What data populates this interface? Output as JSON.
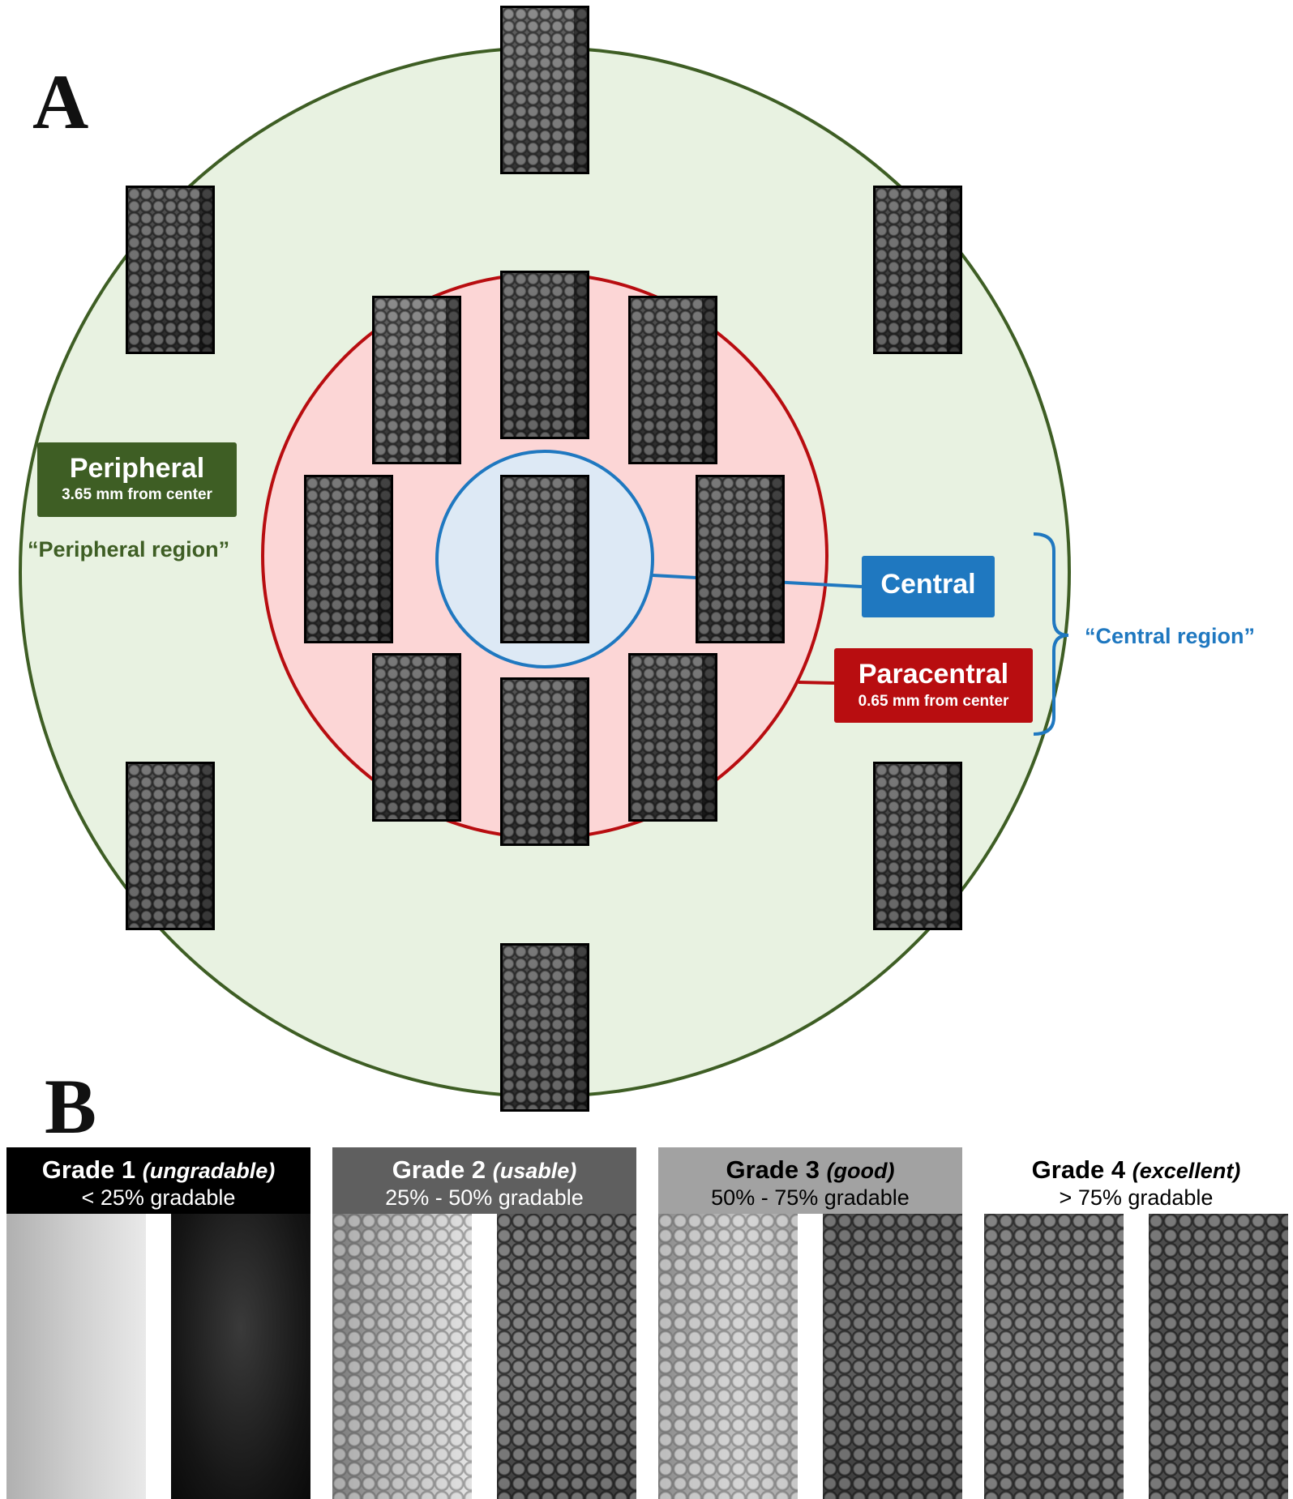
{
  "panel_a": {
    "letter": "A",
    "peripheral": {
      "title": "Peripheral",
      "distance": "3.65 mm from center",
      "region_label": "“Peripheral region”",
      "fill_color": "#e8f2e1",
      "stroke_color": "#3e5e24"
    },
    "paracentral": {
      "title": "Paracentral",
      "distance": "0.65 mm from center",
      "fill_color": "#fcd6d6",
      "stroke_color": "#b80d10"
    },
    "central": {
      "title": "Central",
      "fill_color": "#dde9f5",
      "stroke_color": "#1f78c0"
    },
    "central_region_label": "“Central region”"
  },
  "panel_b": {
    "letter": "B",
    "grades": [
      {
        "title": "Grade 1",
        "qualifier": "(ungradable)",
        "range": "< 25% gradable",
        "header_bg": "#000000",
        "header_text": "#ffffff"
      },
      {
        "title": "Grade 2",
        "qualifier": "(usable)",
        "range": "25% - 50% gradable",
        "header_bg": "#5f5f5f",
        "header_text": "#ffffff"
      },
      {
        "title": "Grade 3",
        "qualifier": "(good)",
        "range": "50% - 75% gradable",
        "header_bg": "#a2a2a2",
        "header_text": "#000000"
      },
      {
        "title": "Grade 4",
        "qualifier": "(excellent)",
        "range": "> 75% gradable",
        "header_bg": "#ffffff",
        "header_text": "#000000"
      }
    ]
  }
}
